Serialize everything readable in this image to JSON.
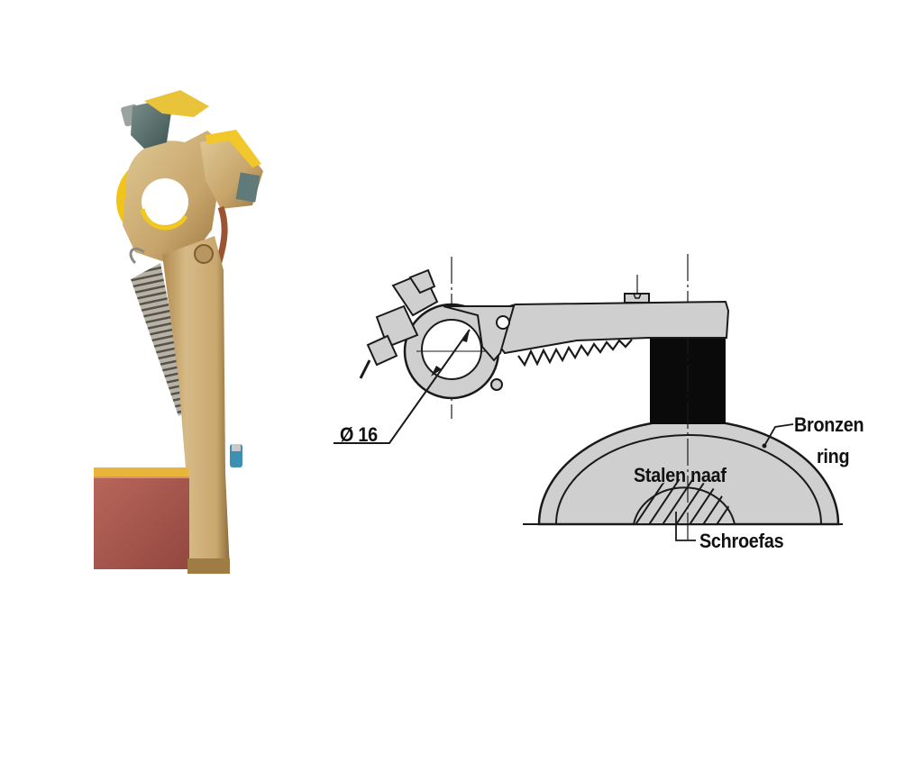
{
  "figure": {
    "photo": {
      "subject": "brush-holder-photo",
      "colors": {
        "brass": "#c8a668",
        "brass_dark": "#8e6b3a",
        "yellow": "#f2c81e",
        "carbon_brush": "#a7574d",
        "spring": "#9a948a"
      }
    },
    "drawing": {
      "labels": {
        "diameter": "Ø 16",
        "ring_line1": "Bronzen",
        "ring_line2": "ring",
        "hub": "Stalen naaf",
        "shaft": "Schroefas"
      },
      "colors": {
        "fill": "#cfcfcf",
        "stroke": "#1a1a1a",
        "brush": "#0a0a0a"
      }
    }
  }
}
